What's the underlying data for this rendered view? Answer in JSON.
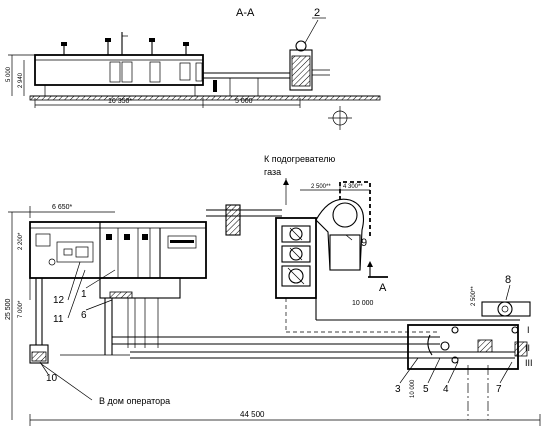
{
  "section": {
    "title": "А-А",
    "height_label": "5 000",
    "inner_height_label": "2 940",
    "length_label": "16 350*",
    "offset_label": "5 000",
    "callout": "2"
  },
  "plan": {
    "gas_heater_note_line1": "К подогревателю",
    "gas_heater_note_line2": "газа",
    "dim_2500": "2 500**",
    "dim_4300": "4 300**",
    "dim_6650": "6 650*",
    "dim_2200": "2 200*",
    "dim_25500": "25 500",
    "dim_7000": "7 000*",
    "dim_10000": "10 000",
    "dim_10000_v": "10 000",
    "dim_2500_b": "2 500**",
    "dim_44500": "44 500",
    "section_mark": "А",
    "operator_note": "В дом оператора",
    "callouts": [
      "1",
      "3",
      "4",
      "5",
      "6",
      "7",
      "8",
      "9",
      "10",
      "11",
      "12"
    ],
    "pipe_marks": [
      "I",
      "II",
      "III"
    ]
  }
}
